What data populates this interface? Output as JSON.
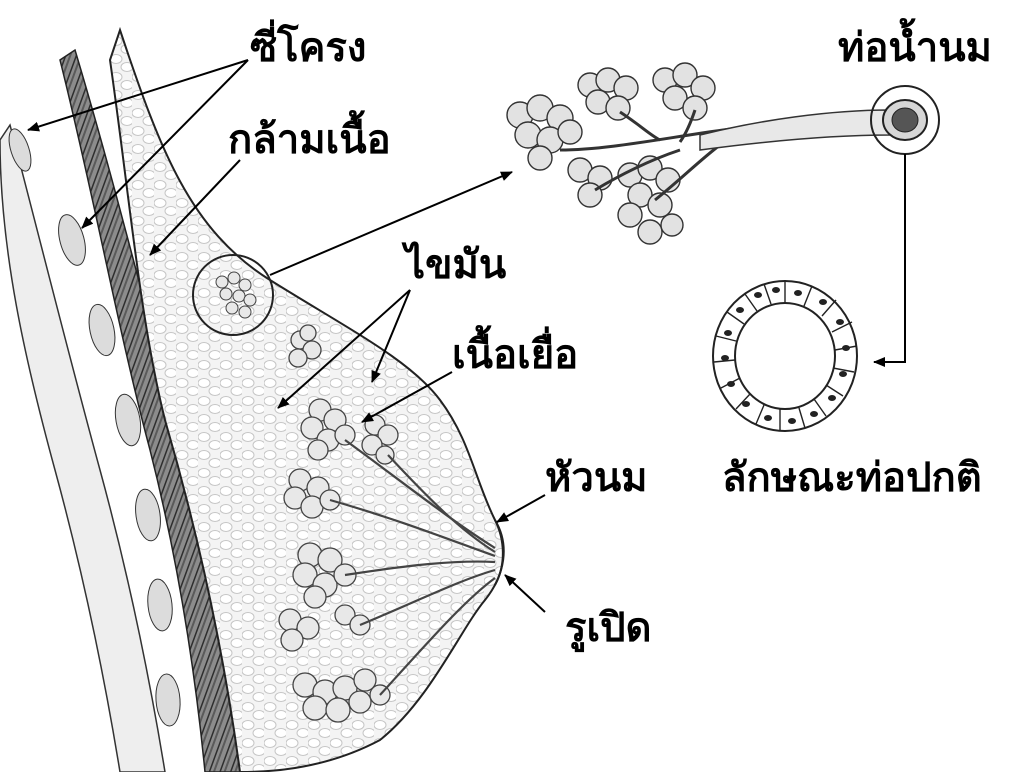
{
  "labels": {
    "ribs": "ซี่โครง",
    "muscle": "กล้ามเนื้อ",
    "fat": "ไขมัน",
    "tissue": "เนื้อเยื่อ",
    "milk_duct": "ท่อน้ำนม",
    "nipple": "หัวนม",
    "normal_duct": "ลักษณะท่อปกติ",
    "opening": "รูเปิด"
  },
  "colors": {
    "ink": "#000000",
    "background": "#ffffff",
    "tissue_shade": "#d9d9d9",
    "muscle_shade": "#5a5a5a",
    "lobule_fill": "#e6e6e6",
    "cell_nucleus": "#222222"
  }
}
